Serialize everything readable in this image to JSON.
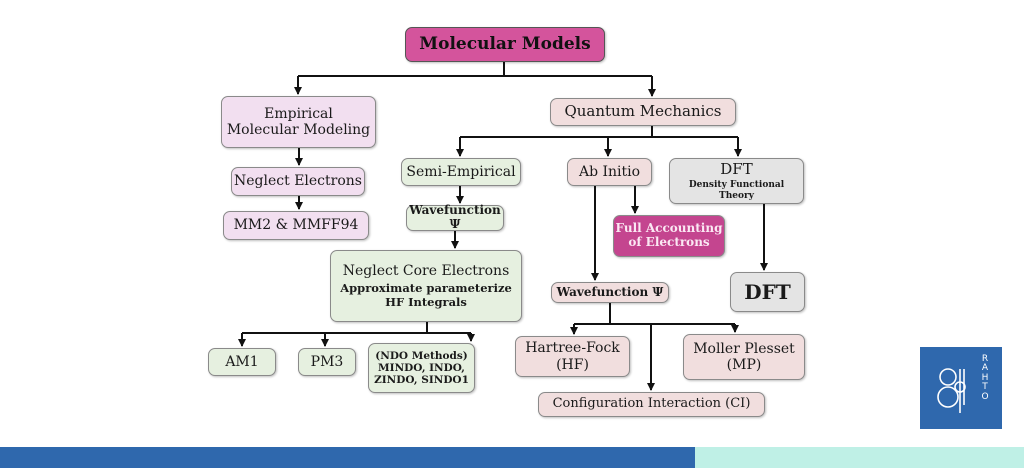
{
  "nodes": {
    "molecular_models": "Molecular Models",
    "empirical": [
      "Empirical",
      "Molecular Modeling"
    ],
    "neglect_electrons": "Neglect Electrons",
    "mm2": "MM2 & MMFF94",
    "quantum_mechanics": "Quantum Mechanics",
    "semi_empirical": "Semi-Empirical",
    "ab_initio": "Ab Initio",
    "dft": {
      "title": "DFT",
      "subtitle": "Density Functional Theory"
    },
    "wavefunction_semi": "Wavefunction Ψ",
    "full_accounting": [
      "Full Accounting",
      "of Electrons"
    ],
    "neglect_core": [
      "Neglect Core Electrons",
      "Approximate parameterize",
      "HF Integrals"
    ],
    "wavefunction_ab": "Wavefunction Ψ",
    "dft_box": "DFT",
    "am1": "AM1",
    "pm3": "PM3",
    "ndo": [
      "(NDO Methods)",
      "MINDO, INDO,",
      "ZINDO, SINDO1"
    ],
    "hartree_fock": [
      "Hartree-Fock",
      "(HF)"
    ],
    "moller_plesset": [
      "Moller Plesset",
      "(MP)"
    ],
    "ci": "Configuration Interaction (CI)"
  },
  "logo": {
    "letters": [
      "R",
      "A",
      "H",
      "T",
      "O"
    ]
  },
  "colors": {
    "title_fill": "#d4549c",
    "empirical_fill": "#f2dff0",
    "quantum_fill": "#f1dede",
    "semi_fill": "#e6f0e0",
    "dft_fill": "#e4e4e4",
    "accent_magenta": "#c4458f",
    "bar_blue": "#2f68ad",
    "bar_mint": "#bff0e6"
  }
}
